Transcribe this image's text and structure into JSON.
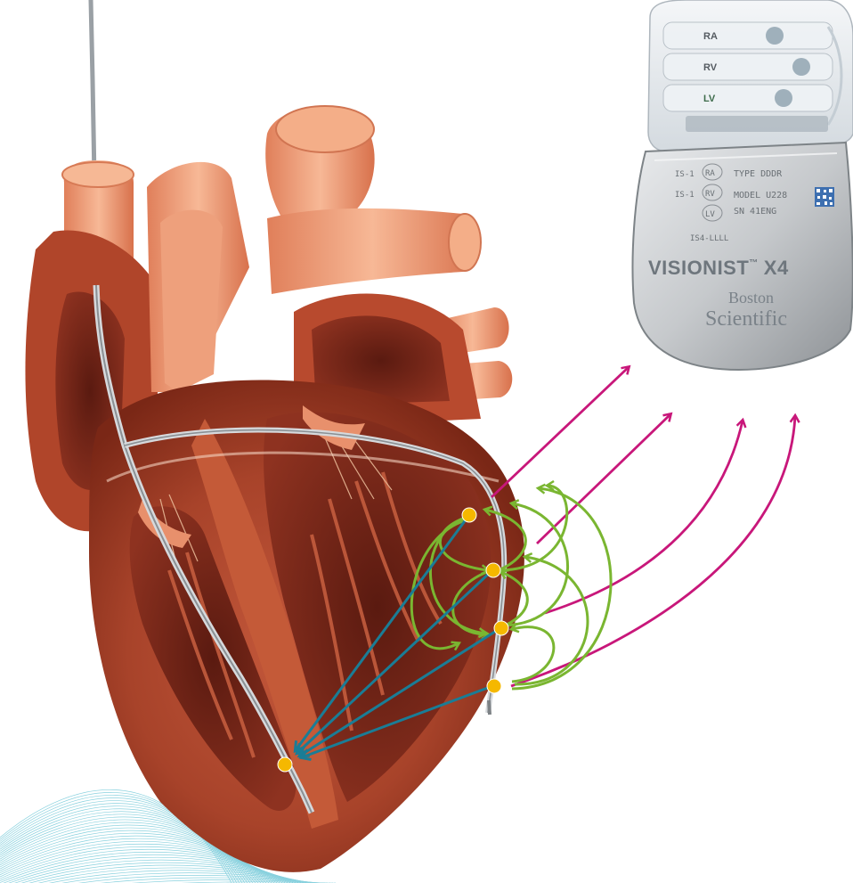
{
  "device": {
    "header_ports": [
      "RA",
      "RV",
      "LV"
    ],
    "label_rows": [
      {
        "prefix": "IS-1",
        "port": "RA",
        "text": "TYPE DDDR"
      },
      {
        "prefix": "IS-1",
        "port": "RV",
        "text": "MODEL U228"
      },
      {
        "prefix": "",
        "port": "LV",
        "text": "SN 41ENG"
      }
    ],
    "connector_code": "IS4-LLLL",
    "product_name": "VISIONIST",
    "product_tm": "™",
    "product_suffix": "X4",
    "brand_line1": "Boston",
    "brand_line2": "Scientific"
  },
  "colors": {
    "heart_dark": "#8e3220",
    "heart_mid": "#b34a2c",
    "heart_light": "#e8906c",
    "vessel": "#f2a47e",
    "electrode": "#f5b800",
    "vector_magenta": "#c8177a",
    "vector_green": "#7ab631",
    "vector_blue": "#1a7d96",
    "wave_lines": "#6cc6d6",
    "can_body": "#c9cccf"
  },
  "electrodes": [
    {
      "id": "lv-1"
    },
    {
      "id": "lv-2"
    },
    {
      "id": "lv-3"
    },
    {
      "id": "lv-4"
    },
    {
      "id": "rv-coil"
    }
  ]
}
